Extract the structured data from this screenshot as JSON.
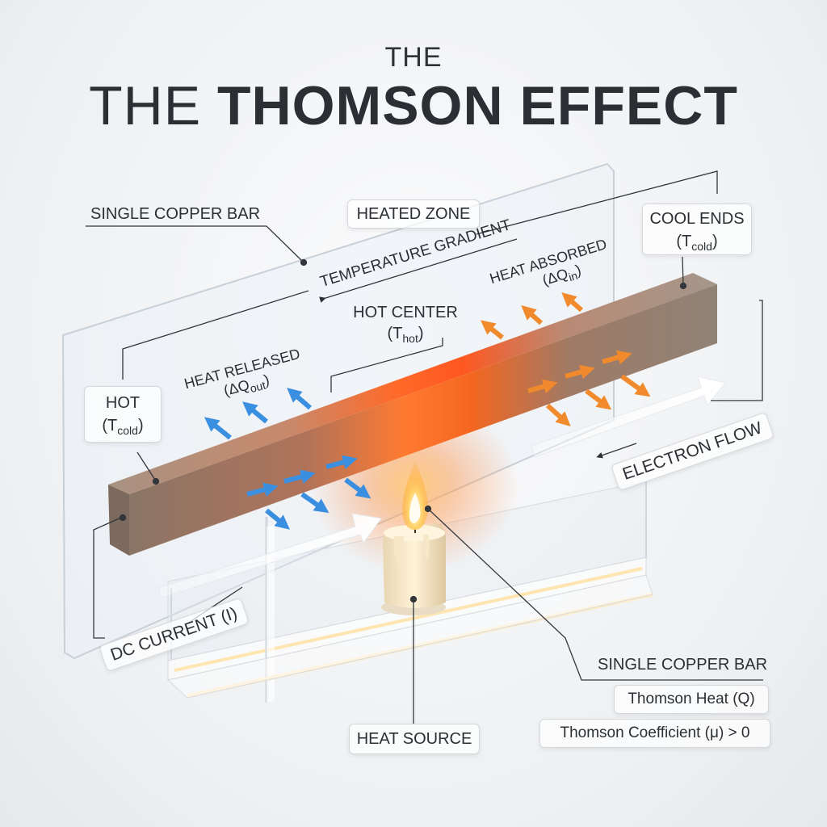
{
  "header": {
    "supertitle": "THE",
    "title_prefix": "THE ",
    "title_bold": "THOMSON EFFECT"
  },
  "labels": {
    "single_copper_bar_top": "SINGLE COPPER BAR",
    "heated_zone": "HEATED ZONE",
    "cool_ends_line1": "COOL ENDS",
    "cool_ends_T": "T",
    "cool_ends_sub": "cold",
    "temperature_gradient": "TEMPERATURE GRADIENT",
    "heat_absorbed_line1": "HEAT ABSORBED",
    "heat_absorbed_dq": "ΔQ",
    "heat_absorbed_sub": "in",
    "hot_center_line1": "HOT CENTER",
    "hot_center_T": "T",
    "hot_center_sub": "hot",
    "heat_released_line1": "HEAT RELEASED",
    "heat_released_dq": "ΔQ",
    "heat_released_sub": "out",
    "hot_line1": "HOT",
    "hot_T": "T",
    "hot_sub": "cold",
    "electron_flow": "ELECTRON FLOW",
    "dc_current": "DC CURRENT (I)",
    "single_copper_bar_bottom": "SINGLE COPPER BAR",
    "thomson_heat": "Thomson Heat (Q)",
    "thomson_coefficient": "Thomson Coefficient (μ) > 0",
    "heat_source": "HEAT SOURCE"
  },
  "colors": {
    "copper": "#8e7a6a",
    "hot_glow": "#ff5a1f",
    "heat_out_arrow": "#3b8fe0",
    "heat_in_arrow": "#f08a2c",
    "flame": "#ffb02e"
  }
}
